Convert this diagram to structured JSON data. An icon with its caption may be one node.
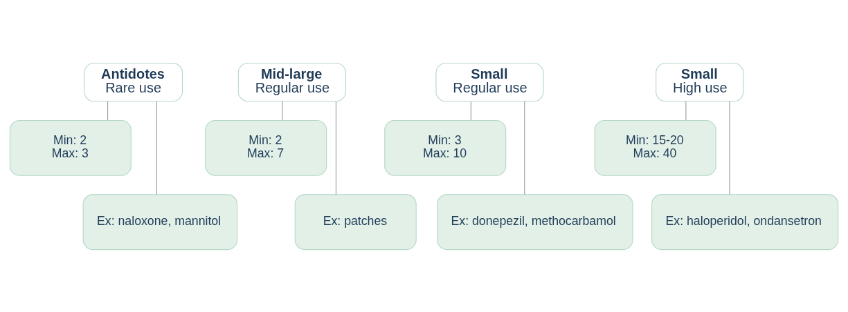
{
  "diagram": {
    "nodes": [
      {
        "text": [
          "Antidotes",
          "Rare use"
        ]
      },
      {
        "text": [
          "Mid-large",
          "Regular use"
        ]
      },
      {
        "text": [
          "Small",
          "Regular use"
        ]
      },
      {
        "text": [
          "Small",
          "High use"
        ]
      },
      {
        "text": [
          "Min: 2",
          "Max: 3"
        ]
      },
      {
        "text": [
          "Min: 2",
          "Max: 7"
        ]
      },
      {
        "text": [
          "Min: 3",
          "Max: 10"
        ]
      },
      {
        "text": [
          "Min: 15-20",
          "Max: 40"
        ]
      },
      {
        "text": [
          "Ex: naloxone, mannitol"
        ]
      },
      {
        "text": [
          "Ex: patches"
        ]
      },
      {
        "text": [
          "Ex: donepezil, methocarbamol"
        ]
      },
      {
        "text": [
          "Ex: haloperidol, ondansetron"
        ]
      }
    ],
    "edges": [
      {
        "from": 0,
        "to": 4,
        "arrow": "none"
      },
      {
        "from": 0,
        "to": 8,
        "arrow": "none"
      },
      {
        "from": 1,
        "to": 5,
        "arrow": "none"
      },
      {
        "from": 1,
        "to": 9,
        "arrow": "none"
      },
      {
        "from": 2,
        "to": 6,
        "arrow": "none"
      },
      {
        "from": 2,
        "to": 10,
        "arrow": "none"
      },
      {
        "from": 3,
        "to": 7,
        "arrow": "none"
      },
      {
        "from": 3,
        "to": 11,
        "arrow": "none"
      }
    ]
  }
}
